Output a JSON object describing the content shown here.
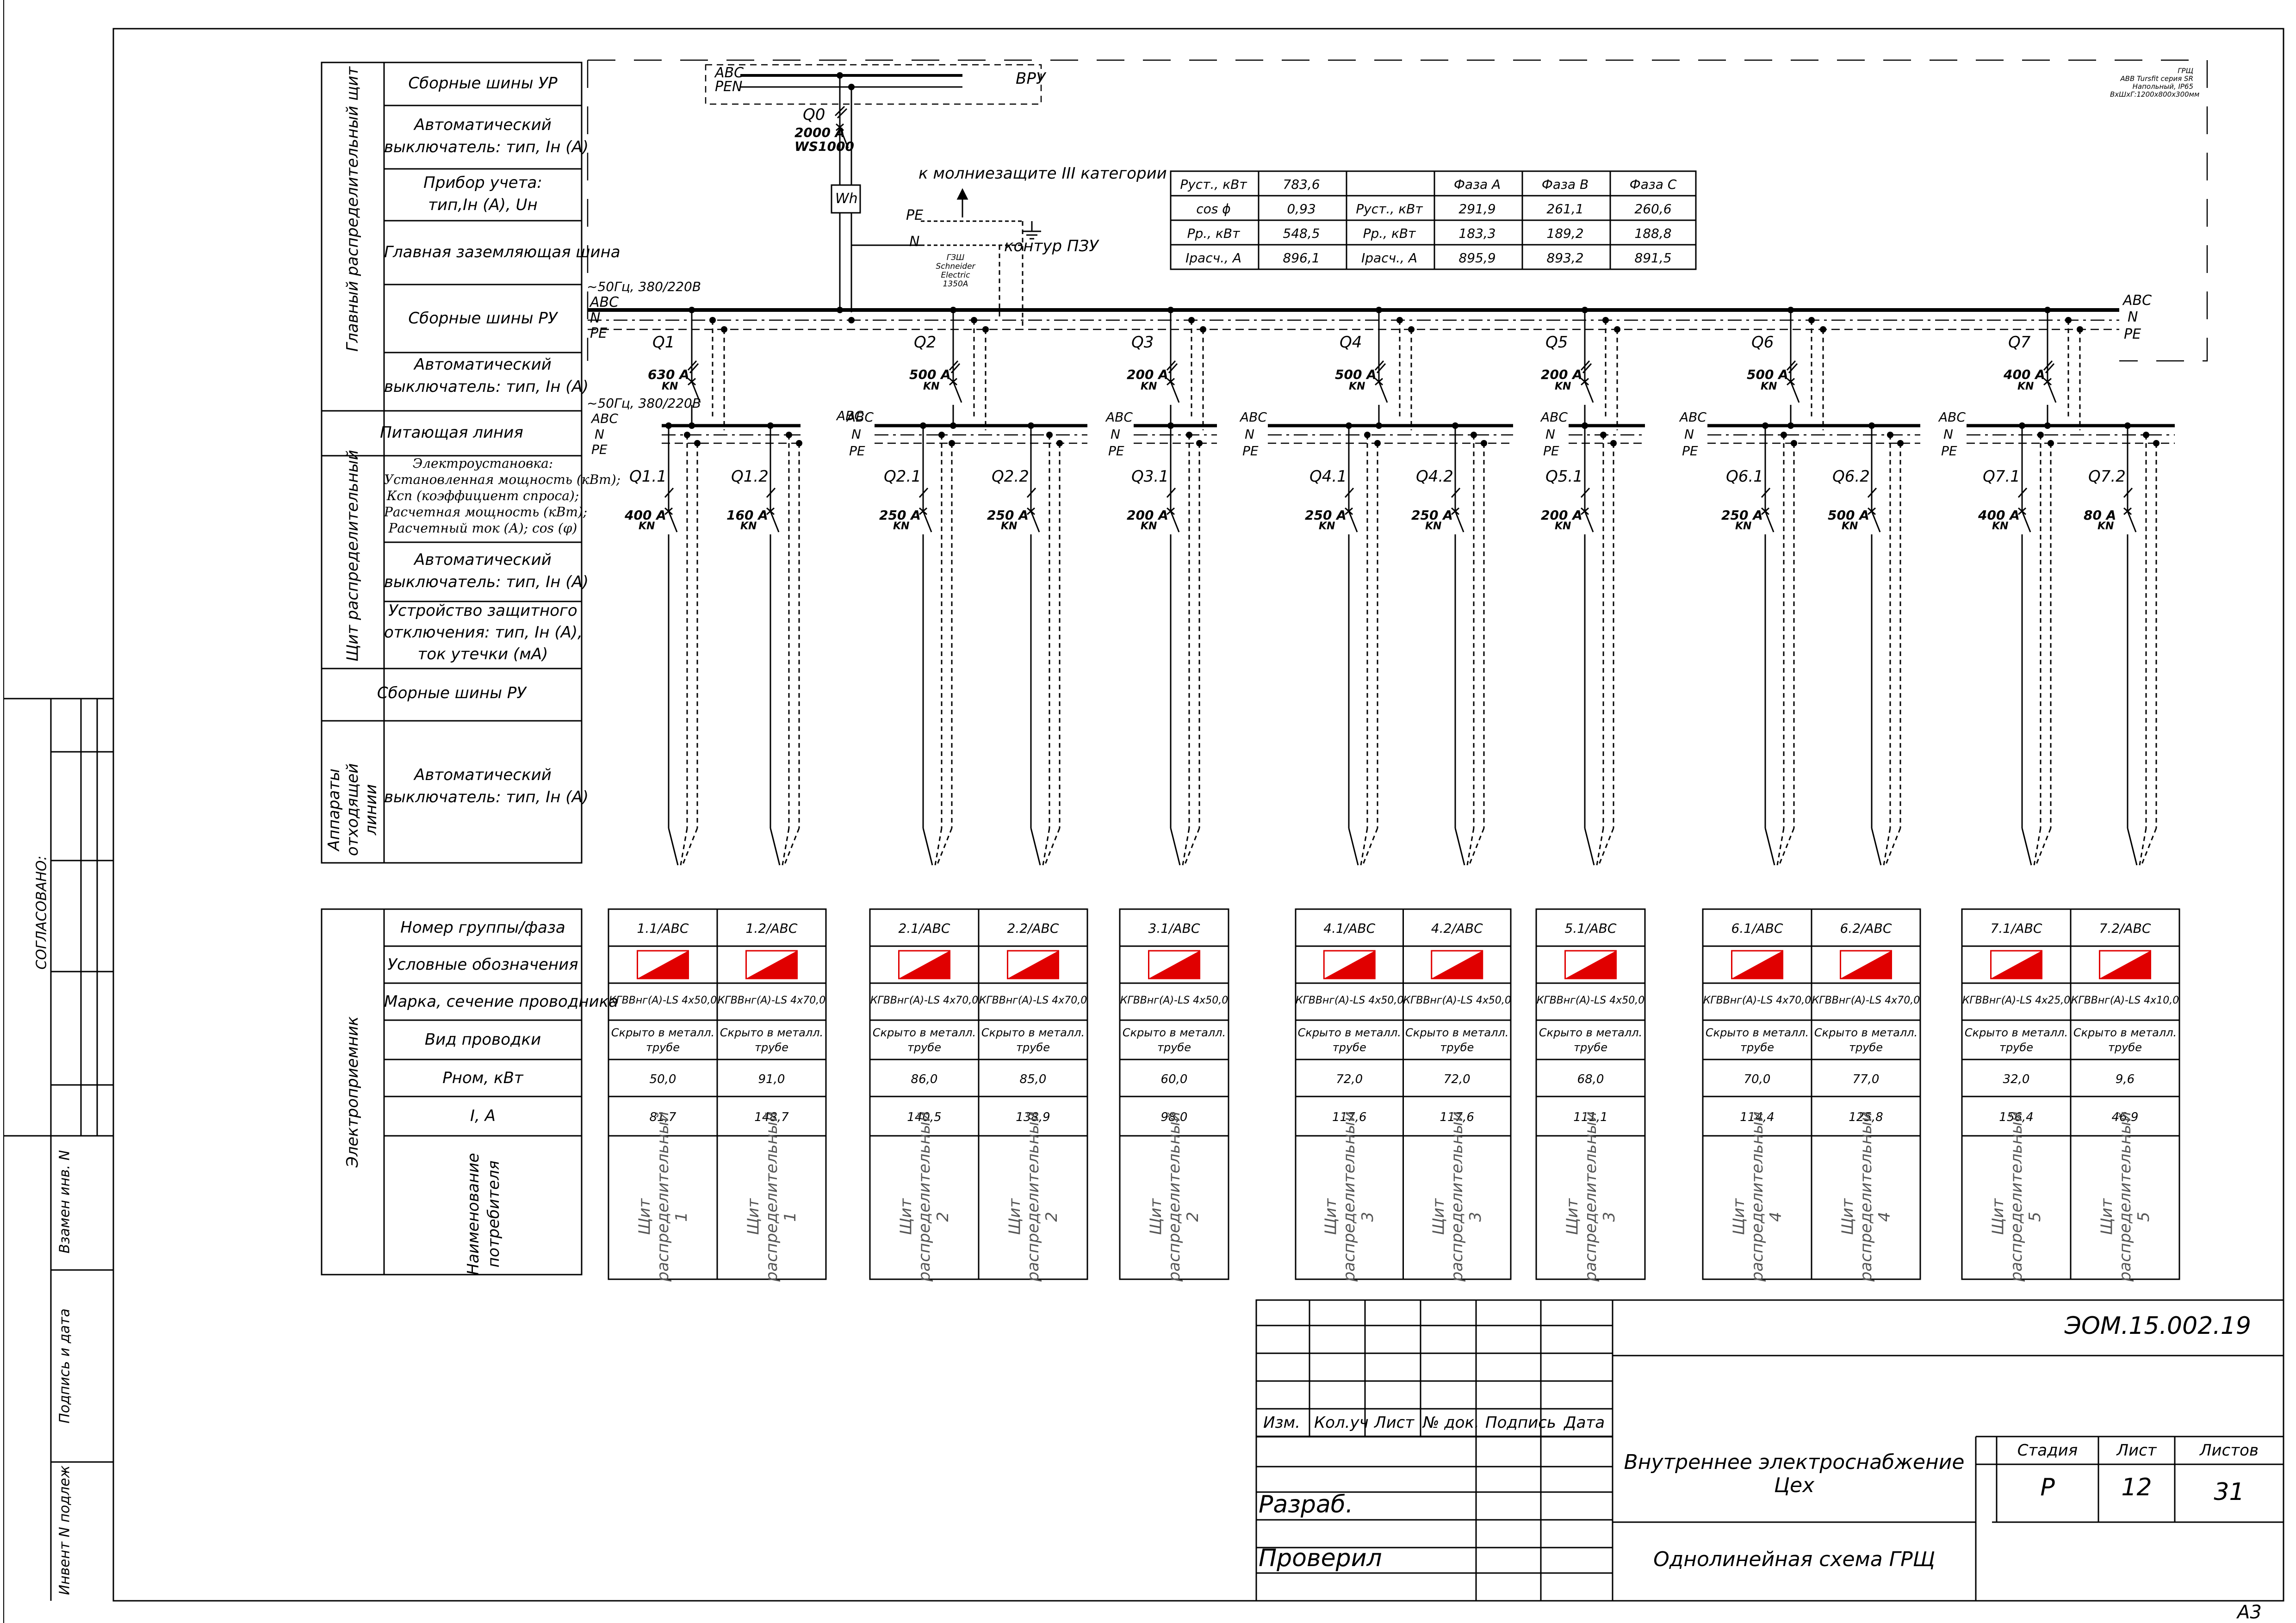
{
  "sheet_format": "A3",
  "left_strip": {
    "agreed": "СОГЛАСОВАНО:",
    "replace_inv": "Взамен инв. N",
    "sign_date": "Подпись и дата",
    "inv_orig": "Инвент N подлеж"
  },
  "upper_headers": {
    "group_title_main": "Главный распределительный щит",
    "row_busbars_ur": "Сборные шины УР",
    "row_breaker_1": "Автоматический",
    "row_breaker_2": "выключатель: тип, Iн (А)",
    "row_meter_1": "Прибор учета:",
    "row_meter_2": "тип,Iн (А), Uн",
    "row_main_ground": "Главная заземляющая шина",
    "row_busbars_ru": "Сборные шины РУ",
    "row_breaker2_1": "Автоматический",
    "row_breaker2_2": "выключатель: тип, Iн (А)",
    "row_feed_line": "Питающая линия",
    "group_title_dist": "Щит распределительный",
    "row_install_1": "Электроустановка:",
    "row_install_2": "Установленная мощность (кВт);",
    "row_install_3": "Кcп (коэффициент спроса);",
    "row_install_4": "Расчетная мощность (кВт);",
    "row_install_5": "Расчетный ток (А); cos (φ)",
    "row_breaker3_1": "Автоматический",
    "row_breaker3_2": "выключатель: тип, Iн (А)",
    "row_rcd_1": "Устройство защитного",
    "row_rcd_2": "отключения: тип, Iн (А),",
    "row_rcd_3": "ток утечки (мА)",
    "row_busbars_ru2": "Сборные шины РУ",
    "group_title_out": "Аппараты отходящей линии",
    "row_breaker4_1": "Автоматический",
    "row_breaker4_2": "выключатель: тип, Iн (А)"
  },
  "lower_headers": {
    "group_title": "Электроприемник",
    "row_group": "Номер группы/фаза",
    "row_symbol": "Условные обозначения",
    "row_cable": "Марка, сечение проводника",
    "row_wiring": "Вид проводки",
    "row_pnom": "Рном, кВт",
    "row_current": "I, A",
    "row_name_1": "Наименование",
    "row_name_2": "потребителя"
  },
  "schematic": {
    "vru_abc": "ABC",
    "vru_pen": "PEN",
    "vru_label": "ВРУ",
    "q0_label": "Q0",
    "q0_rating_1": "2000 A",
    "q0_rating_2": "WS1000",
    "meter_label": "Wh",
    "lightning": "к молниезащите III категории",
    "ground_loop": "контур ПЗУ",
    "geb_pe": "PE",
    "geb_n": "N",
    "geb_maker_1": "ГЗШ",
    "geb_maker_2": "Schneider",
    "geb_maker_3": "Electric",
    "geb_maker_4": "1350А",
    "grsh_note_1": "ГРЩ",
    "grsh_note_2": "ABB Tursfit серия SR",
    "grsh_note_3": "Напольный, IP65",
    "grsh_note_4": "ВхШхГ:1200х800х300мм",
    "main_supply": "~50Гц, 380/220В",
    "bus_abc": "ABC",
    "bus_n": "N",
    "bus_pe": "PE",
    "sub_supply": "~50Гц, 380/220В",
    "pole_mark": "KN",
    "feeders": [
      {
        "label": "Q1",
        "rating": "630 A"
      },
      {
        "label": "Q2",
        "rating": "500 A"
      },
      {
        "label": "Q3",
        "rating": "200 A"
      },
      {
        "label": "Q4",
        "rating": "500 A"
      },
      {
        "label": "Q5",
        "rating": "200 A"
      },
      {
        "label": "Q6",
        "rating": "500 A"
      },
      {
        "label": "Q7",
        "rating": "400 A"
      }
    ],
    "outgoing": [
      {
        "label": "Q1.1",
        "rating": "400 A"
      },
      {
        "label": "Q1.2",
        "rating": "160 A"
      },
      {
        "label": "Q2.1",
        "rating": "250 A"
      },
      {
        "label": "Q2.2",
        "rating": "250 A"
      },
      {
        "label": "Q3.1",
        "rating": "200 A"
      },
      {
        "label": "Q4.1",
        "rating": "250 A"
      },
      {
        "label": "Q4.2",
        "rating": "250 A"
      },
      {
        "label": "Q5.1",
        "rating": "200 A"
      },
      {
        "label": "Q6.1",
        "rating": "250 A"
      },
      {
        "label": "Q6.2",
        "rating": "500 A"
      },
      {
        "label": "Q7.1",
        "rating": "400 A"
      },
      {
        "label": "Q7.2",
        "rating": "80 A"
      }
    ]
  },
  "power_table": {
    "rows": [
      [
        "Руст., кВт",
        "783,6",
        "",
        "Фаза А",
        "Фаза B",
        "Фаза C"
      ],
      [
        "cos ϕ",
        "0,93",
        "Руст., кВт",
        "291,9",
        "261,1",
        "260,6"
      ],
      [
        "Рр., кВт",
        "548,5",
        "Рр., кВт",
        "183,3",
        "189,2",
        "188,8"
      ],
      [
        "Iрасч., А",
        "896,1",
        "Iрасч., А",
        "895,9",
        "893,2",
        "891,5"
      ]
    ]
  },
  "consumers": [
    {
      "group": "1.1/ABC",
      "cable": "КГВВнг(А)-LS 4х50,0",
      "wiring_1": "Скрыто в металл.",
      "wiring_2": "трубе",
      "pnom": "50,0",
      "current": "81,7",
      "name_1": "Щит",
      "name_2": "распределительный",
      "name_3": "1"
    },
    {
      "group": "1.2/ABC",
      "cable": "КГВВнг(А)-LS 4х70,0",
      "wiring_1": "Скрыто в металл.",
      "wiring_2": "трубе",
      "pnom": "91,0",
      "current": "148,7",
      "name_1": "Щит",
      "name_2": "распределительный",
      "name_3": "1"
    },
    {
      "group": "2.1/ABC",
      "cable": "КГВВнг(А)-LS 4х70,0",
      "wiring_1": "Скрыто в металл.",
      "wiring_2": "трубе",
      "pnom": "86,0",
      "current": "140,5",
      "name_1": "Щит",
      "name_2": "распределительный",
      "name_3": "2"
    },
    {
      "group": "2.2/ABC",
      "cable": "КГВВнг(А)-LS 4х70,0",
      "wiring_1": "Скрыто в металл.",
      "wiring_2": "трубе",
      "pnom": "85,0",
      "current": "138,9",
      "name_1": "Щит",
      "name_2": "распределительный",
      "name_3": "2"
    },
    {
      "group": "3.1/ABC",
      "cable": "КГВВнг(А)-LS 4х50,0",
      "wiring_1": "Скрыто в металл.",
      "wiring_2": "трубе",
      "pnom": "60,0",
      "current": "98,0",
      "name_1": "Щит",
      "name_2": "распределительный",
      "name_3": "2"
    },
    {
      "group": "4.1/ABC",
      "cable": "КГВВнг(А)-LS 4х50,0",
      "wiring_1": "Скрыто в металл.",
      "wiring_2": "трубе",
      "pnom": "72,0",
      "current": "117,6",
      "name_1": "Щит",
      "name_2": "распределительный",
      "name_3": "3"
    },
    {
      "group": "4.2/ABC",
      "cable": "КГВВнг(А)-LS 4х50,0",
      "wiring_1": "Скрыто в металл.",
      "wiring_2": "трубе",
      "pnom": "72,0",
      "current": "117,6",
      "name_1": "Щит",
      "name_2": "распределительный",
      "name_3": "3"
    },
    {
      "group": "5.1/ABC",
      "cable": "КГВВнг(А)-LS 4х50,0",
      "wiring_1": "Скрыто в металл.",
      "wiring_2": "трубе",
      "pnom": "68,0",
      "current": "111,1",
      "name_1": "Щит",
      "name_2": "распределительный",
      "name_3": "3"
    },
    {
      "group": "6.1/ABC",
      "cable": "КГВВнг(А)-LS 4х70,0",
      "wiring_1": "Скрыто в металл.",
      "wiring_2": "трубе",
      "pnom": "70,0",
      "current": "114,4",
      "name_1": "Щит",
      "name_2": "распределительный",
      "name_3": "4"
    },
    {
      "group": "6.2/ABC",
      "cable": "КГВВнг(А)-LS 4х70,0",
      "wiring_1": "Скрыто в металл.",
      "wiring_2": "трубе",
      "pnom": "77,0",
      "current": "125,8",
      "name_1": "Щит",
      "name_2": "распределительный",
      "name_3": "4"
    },
    {
      "group": "7.1/ABC",
      "cable": "КГВВнг(А)-LS 4х25,0",
      "wiring_1": "Скрыто в металл.",
      "wiring_2": "трубе",
      "pnom": "32,0",
      "current": "156,4",
      "name_1": "Щит",
      "name_2": "распределительный",
      "name_3": "5"
    },
    {
      "group": "7.2/ABC",
      "cable": "КГВВнг(А)-LS 4х10,0",
      "wiring_1": "Скрыто в металл.",
      "wiring_2": "трубе",
      "pnom": "9,6",
      "current": "46,9",
      "name_1": "Щит",
      "name_2": "распределительный",
      "name_3": "5"
    }
  ],
  "title_block": {
    "doc_code": "ЭОМ.15.002.19",
    "col_izm": "Изм.",
    "col_koluch": "Кол.уч",
    "col_list": "Лист",
    "col_ndok": "№ док.",
    "col_podpis": "Подпись",
    "col_data": "Дата",
    "row_razrab": "Разраб.",
    "row_proveril": "Проверил",
    "title_1": "Внутреннее электроснабжение",
    "title_2": "Цех",
    "sheet_title": "Однолинейная схема ГРЩ",
    "h_stage": "Стадия",
    "h_sheet": "Лист",
    "h_sheets": "Листов",
    "stage": "Р",
    "sheet": "12",
    "sheets": "31"
  }
}
